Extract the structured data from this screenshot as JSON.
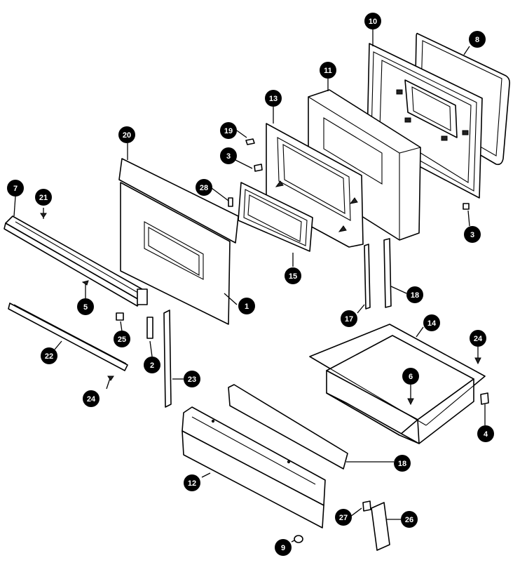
{
  "callouts": [
    {
      "id": "c1",
      "label": "1"
    },
    {
      "id": "c2",
      "label": "2"
    },
    {
      "id": "c3a",
      "label": "3"
    },
    {
      "id": "c3b",
      "label": "3"
    },
    {
      "id": "c4",
      "label": "4"
    },
    {
      "id": "c5",
      "label": "5"
    },
    {
      "id": "c6",
      "label": "6"
    },
    {
      "id": "c7",
      "label": "7"
    },
    {
      "id": "c8",
      "label": "8"
    },
    {
      "id": "c9",
      "label": "9"
    },
    {
      "id": "c10",
      "label": "10"
    },
    {
      "id": "c11",
      "label": "11"
    },
    {
      "id": "c12",
      "label": "12"
    },
    {
      "id": "c13",
      "label": "13"
    },
    {
      "id": "c14",
      "label": "14"
    },
    {
      "id": "c15",
      "label": "15"
    },
    {
      "id": "c17",
      "label": "17"
    },
    {
      "id": "c18a",
      "label": "18"
    },
    {
      "id": "c18b",
      "label": "18"
    },
    {
      "id": "c19",
      "label": "19"
    },
    {
      "id": "c20",
      "label": "20"
    },
    {
      "id": "c21",
      "label": "21"
    },
    {
      "id": "c22",
      "label": "22"
    },
    {
      "id": "c23",
      "label": "23"
    },
    {
      "id": "c24a",
      "label": "24"
    },
    {
      "id": "c24b",
      "label": "24"
    },
    {
      "id": "c25",
      "label": "25"
    },
    {
      "id": "c26",
      "label": "26"
    },
    {
      "id": "c27",
      "label": "27"
    },
    {
      "id": "c28",
      "label": "28"
    }
  ]
}
